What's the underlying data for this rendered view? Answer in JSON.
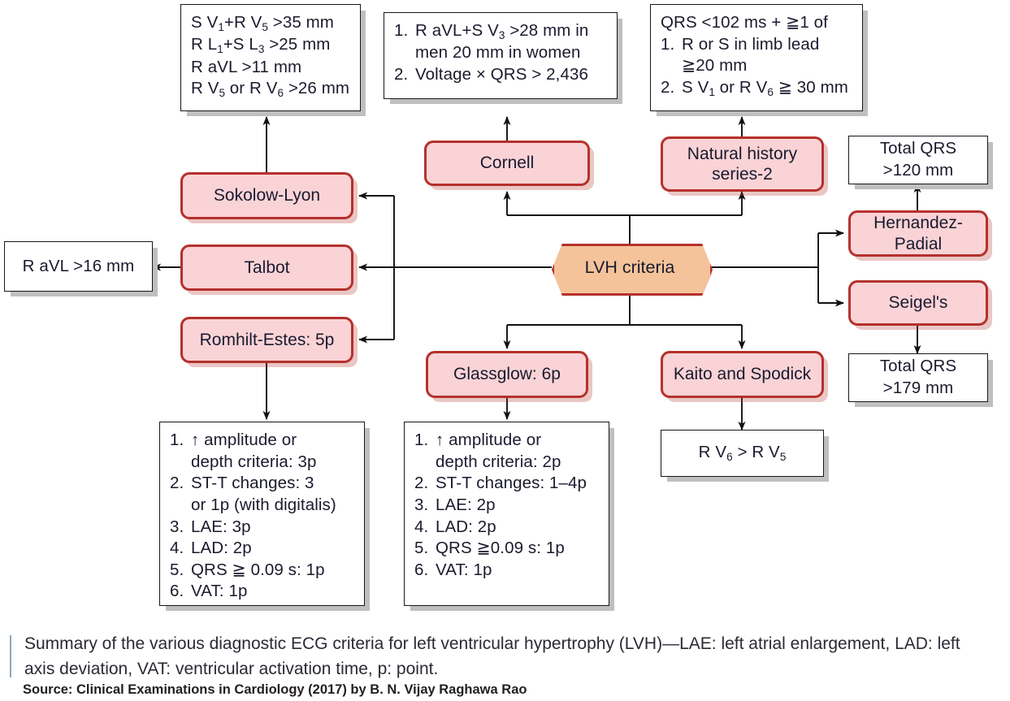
{
  "diagram": {
    "center": {
      "label": "LVH criteria",
      "shape": "hexagon",
      "fill": "#f5c39a",
      "stroke": "#b5312c"
    },
    "node_fill": "#f9d3d6",
    "node_stroke": "#b5312c",
    "nodes": {
      "sokolow_lyon": "Sokolow-Lyon",
      "talbot": "Talbot",
      "romhilt_estes": "Romhilt-Estes: 5p",
      "cornell": "Cornell",
      "natural_history": "Natural history series-2",
      "natural_history_l1": "Natural history",
      "natural_history_l2": "series-2",
      "glassglow": "Glassglow: 6p",
      "kaito_spodick": "Kaito and Spodick",
      "hernandez_padial": "Hernandez-Padial",
      "hernandez_padial_l1": "Hernandez-",
      "hernandez_padial_l2": "Padial",
      "seigels": "Seigel's"
    },
    "boxes": {
      "sokolow_criteria": {
        "lines": [
          {
            "pre": "S V",
            "sub1": "1",
            "mid": "+R V",
            "sub2": "5",
            "post": " >35 mm"
          },
          {
            "pre": "R L",
            "sub1": "1",
            "mid": "+S L",
            "sub2": "3",
            "post": " >25 mm"
          },
          {
            "pre": "R aVL >11 mm",
            "sub1": "",
            "mid": "",
            "sub2": "",
            "post": ""
          },
          {
            "pre": "R V",
            "sub1": "5",
            "mid": " or R V",
            "sub2": "6",
            "post": " >26 mm"
          }
        ]
      },
      "cornell_criteria": {
        "items": [
          {
            "num": "1.",
            "pre": "R aVL+S V",
            "sub": "3",
            "post": " >28 mm in"
          },
          {
            "cont": "men 20 mm in women"
          },
          {
            "num": "2.",
            "pre": "Voltage × QRS > 2,436",
            "sub": "",
            "post": ""
          }
        ]
      },
      "natural_history_criteria": {
        "head": "QRS <102 ms + ≧1 of",
        "items": [
          {
            "num": "1.",
            "pre": "R or S in limb lead",
            "sub": "",
            "post": ""
          },
          {
            "cont": "≧20 mm"
          },
          {
            "num": "2.",
            "pre": "S V",
            "sub": "1",
            "mid": " or R V",
            "sub2": "6",
            "post": " ≧ 30 mm"
          }
        ]
      },
      "talbot_criteria": {
        "text": "R aVL >16 mm"
      },
      "total_qrs_120": {
        "l1": "Total QRS",
        "l2": ">120 mm"
      },
      "total_qrs_179": {
        "l1": "Total QRS",
        "l2": ">179 mm"
      },
      "kaito_criteria": {
        "pre": "R V",
        "sub1": "6",
        "mid": " > R V",
        "sub2": "5"
      },
      "romhilt_estes_criteria": {
        "items": [
          {
            "num": "1.",
            "txt": "↑ amplitude or"
          },
          {
            "cont": "depth criteria: 3p"
          },
          {
            "num": "2.",
            "txt": "ST-T changes: 3"
          },
          {
            "cont": "or 1p (with digitalis)"
          },
          {
            "num": "3.",
            "txt": "LAE: 3p"
          },
          {
            "num": "4.",
            "txt": "LAD: 2p"
          },
          {
            "num": "5.",
            "txt": "QRS ≧ 0.09 s: 1p"
          },
          {
            "num": "6.",
            "txt": "VAT: 1p"
          }
        ]
      },
      "glassglow_criteria": {
        "items": [
          {
            "num": "1.",
            "txt": "↑ amplitude or"
          },
          {
            "cont": "depth criteria: 2p"
          },
          {
            "num": "2.",
            "txt": "ST-T changes: 1–4p"
          },
          {
            "num": "3.",
            "txt": "LAE: 2p"
          },
          {
            "num": "4.",
            "txt": "LAD: 2p"
          },
          {
            "num": "5.",
            "txt": "QRS ≧0.09 s: 1p"
          },
          {
            "num": "6.",
            "txt": "VAT: 1p"
          }
        ]
      }
    }
  },
  "caption": {
    "line1": "Summary of the various diagnostic ECG criteria for left ventricular hypertrophy (LVH)—LAE:",
    "line2": "left atrial enlargement, LAD: left axis deviation, VAT: ventricular activation time, p: point.",
    "source": "Source: Clinical Examinations in Cardiology (2017) by B. N. Vijay Raghawa Rao"
  }
}
